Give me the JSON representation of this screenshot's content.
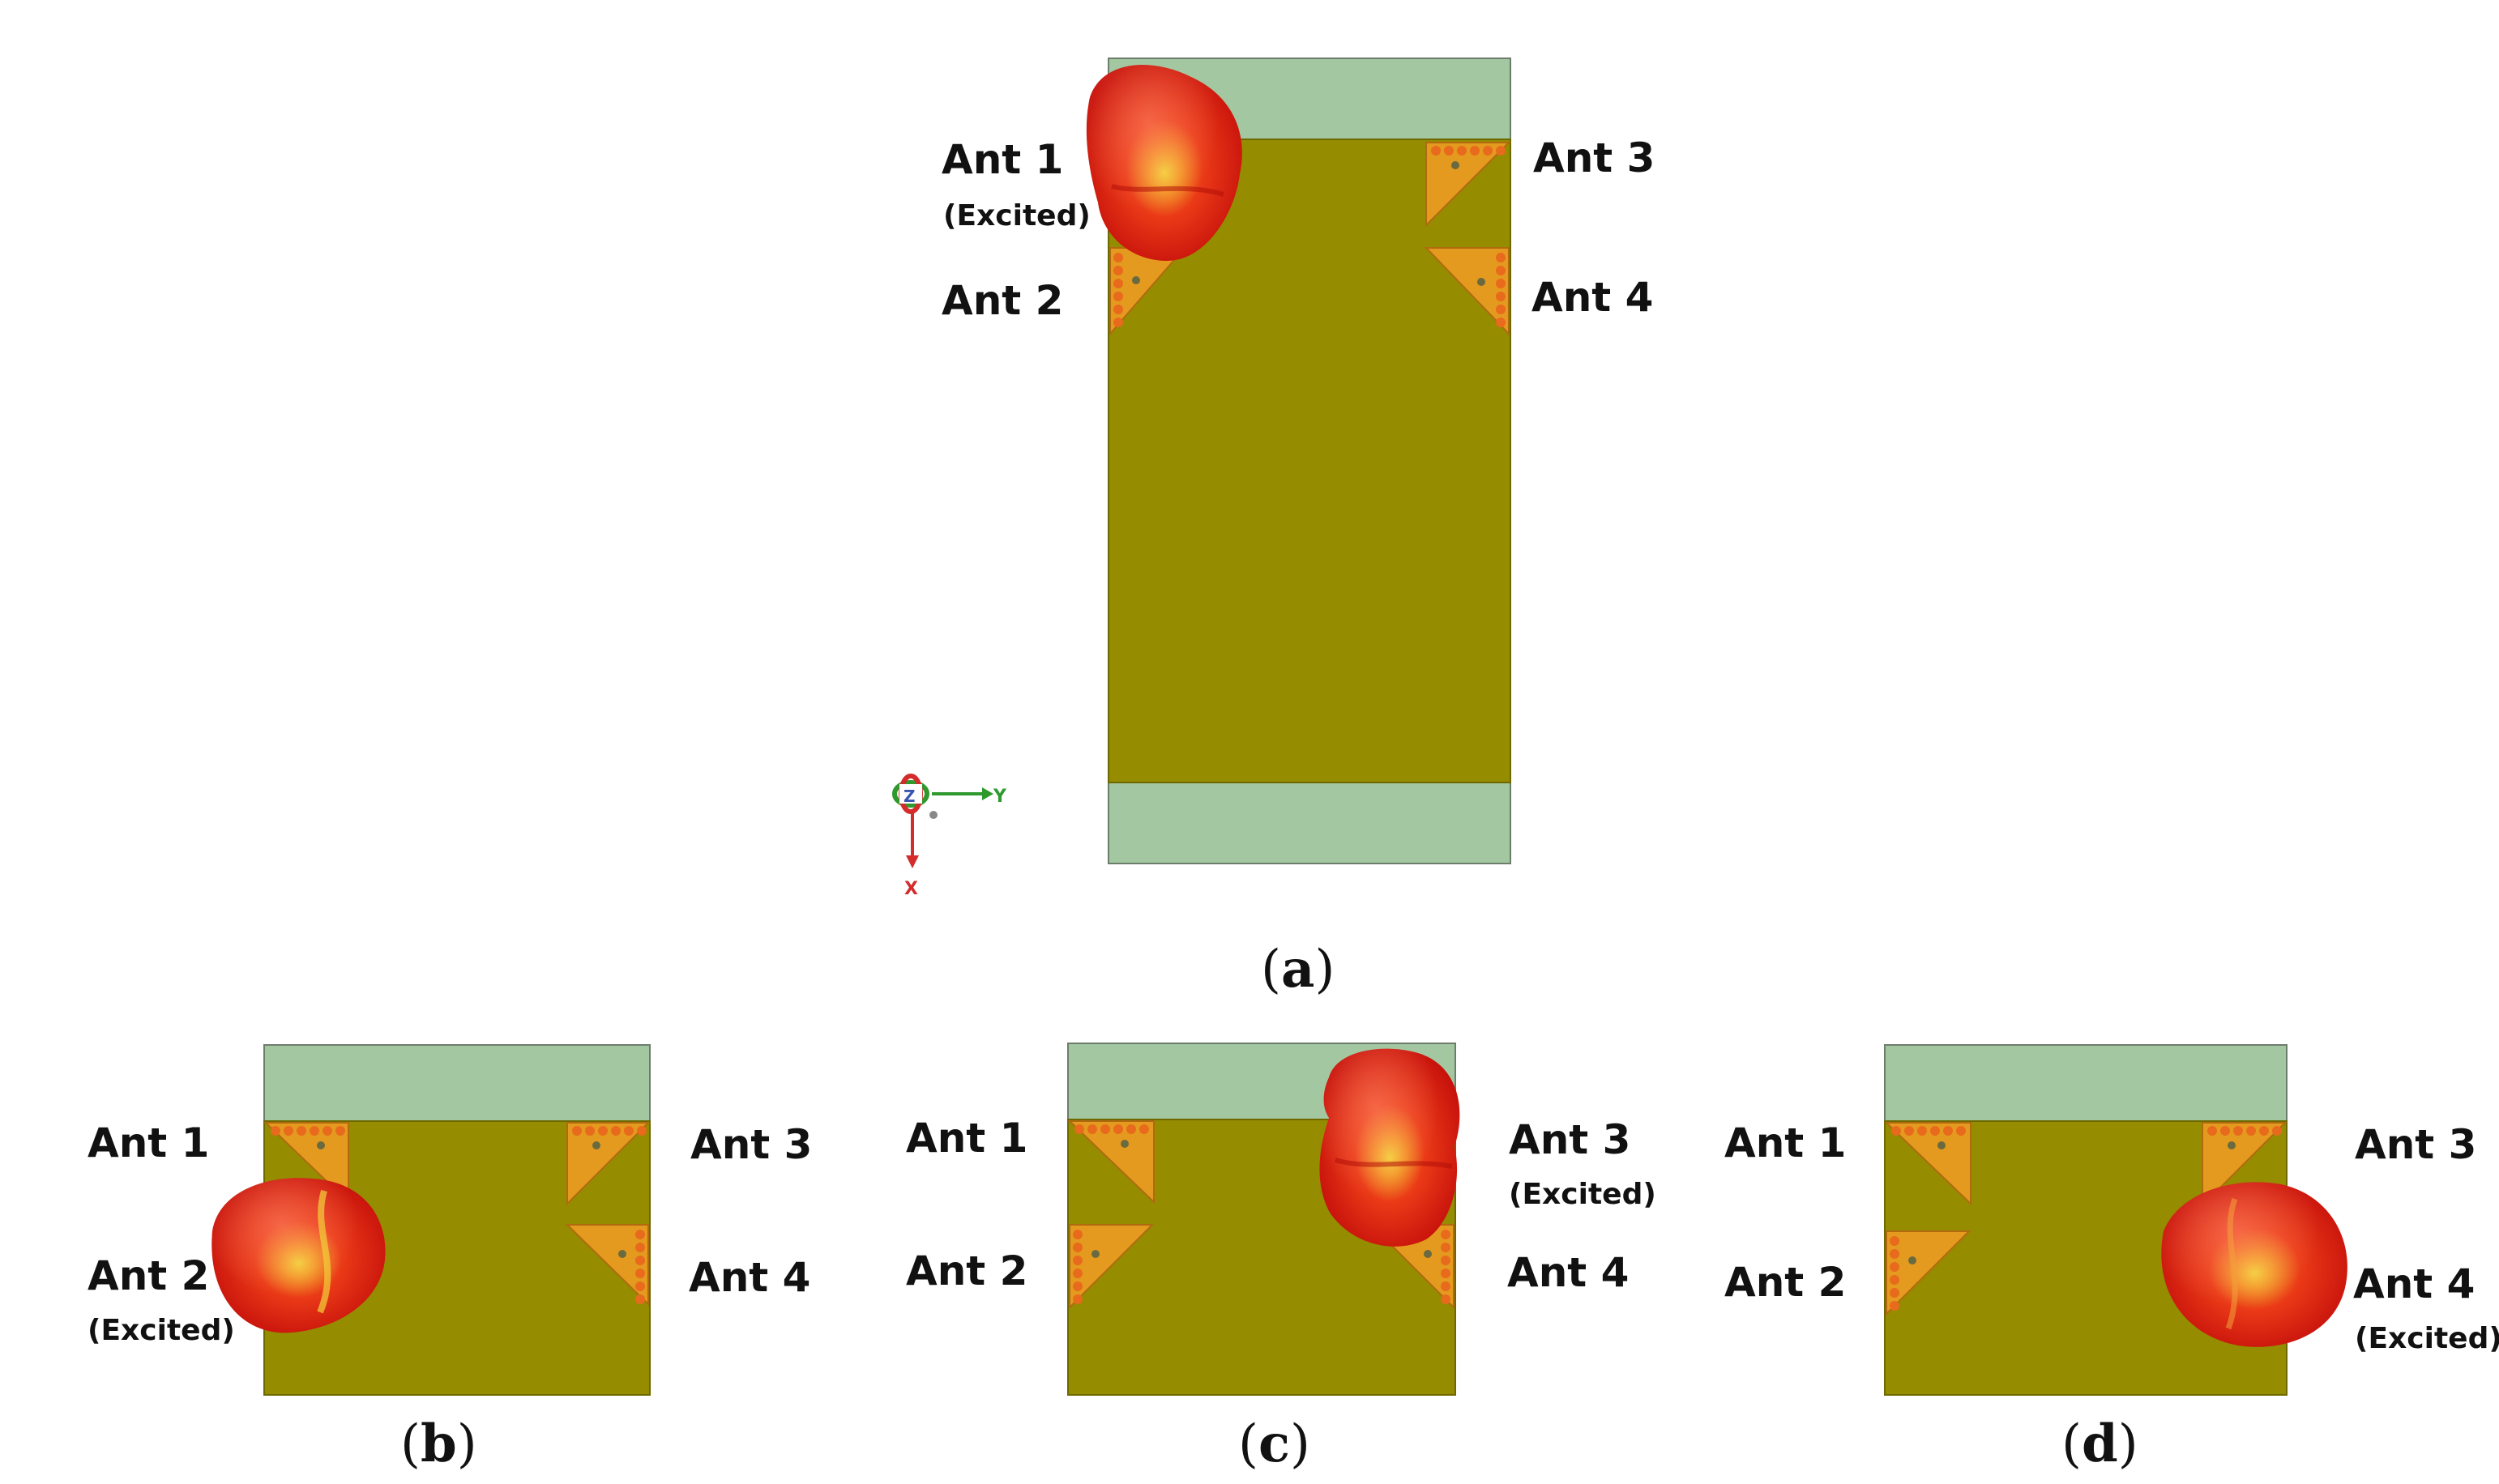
{
  "colors": {
    "ground_plane": "#958c00",
    "substrate": "#a3c8a1",
    "patch": "#e49a1e",
    "via": "#e86a1c",
    "lobe_center": "#f2e23a",
    "lobe_edge": "#d4150e",
    "axis_y": "#2e9a2e",
    "axis_x": "#d42b2b"
  },
  "panels": {
    "a": {
      "caption_open": "(",
      "caption_letter": "a",
      "caption_close": ")",
      "excited_antenna": "Ant 1",
      "labels": {
        "ant1": "Ant 1",
        "ant1_sub": "(Excited)",
        "ant2": "Ant 2",
        "ant3": "Ant 3",
        "ant4": "Ant 4"
      },
      "axes": {
        "z": "Z",
        "y": "Y",
        "x": "X"
      }
    },
    "b": {
      "caption_open": "(",
      "caption_letter": "b",
      "caption_close": ")",
      "excited_antenna": "Ant 2",
      "labels": {
        "ant1": "Ant 1",
        "ant2": "Ant 2",
        "ant2_sub": "(Excited)",
        "ant3": "Ant 3",
        "ant4": "Ant 4"
      }
    },
    "c": {
      "caption_open": "(",
      "caption_letter": "c",
      "caption_close": ")",
      "excited_antenna": "Ant 3",
      "labels": {
        "ant1": "Ant 1",
        "ant2": "Ant 2",
        "ant3": "Ant 3",
        "ant3_sub": "(Excited)",
        "ant4": "Ant 4"
      }
    },
    "d": {
      "caption_open": "(",
      "caption_letter": "d",
      "caption_close": ")",
      "excited_antenna": "Ant 4",
      "labels": {
        "ant1": "Ant 1",
        "ant2": "Ant 2",
        "ant3": "Ant 3",
        "ant4": "Ant 4",
        "ant4_sub": "(Excited)"
      }
    }
  }
}
